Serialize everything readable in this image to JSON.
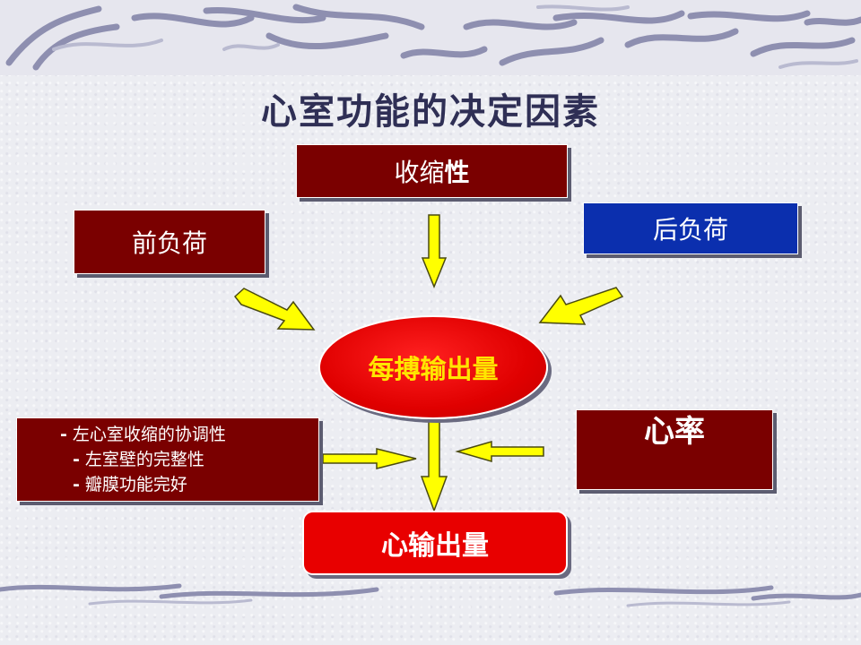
{
  "title": "心室功能的决定因素",
  "nodes": {
    "contractility": {
      "text": "收缩",
      "text_bold": "性"
    },
    "preload": "前负荷",
    "afterload": "后负荷",
    "stroke_volume": "每搏输出量",
    "heart_rate": "心率",
    "cardiac_output": "心输出量",
    "factors": [
      {
        "dash": "-",
        "text": "左心室收缩的协调性"
      },
      {
        "dash": "-",
        "text": "左室壁的完整性"
      },
      {
        "dash": "-",
        "text": "瓣膜功能完好"
      }
    ]
  },
  "colors": {
    "dark_red": "#7a0000",
    "blue": "#0b2fae",
    "red": "#e80000",
    "arrow_yellow": "#ffff00",
    "title": "#2f2f55",
    "ellipse_text": "#ffe600"
  }
}
